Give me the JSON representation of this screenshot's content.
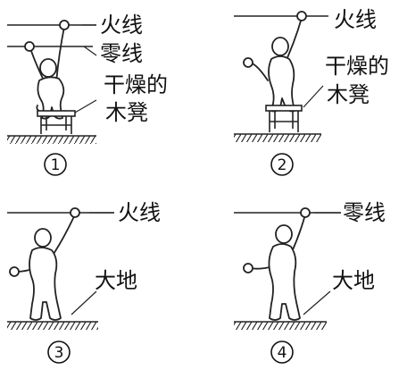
{
  "panels": [
    {
      "number": "1",
      "labels": [
        "火线",
        "零线",
        "干燥的",
        "木凳"
      ]
    },
    {
      "number": "2",
      "labels": [
        "火线",
        "干燥的",
        "木凳"
      ]
    },
    {
      "number": "3",
      "labels": [
        "火线",
        "大地"
      ]
    },
    {
      "number": "4",
      "labels": [
        "零线",
        "大地"
      ]
    }
  ]
}
